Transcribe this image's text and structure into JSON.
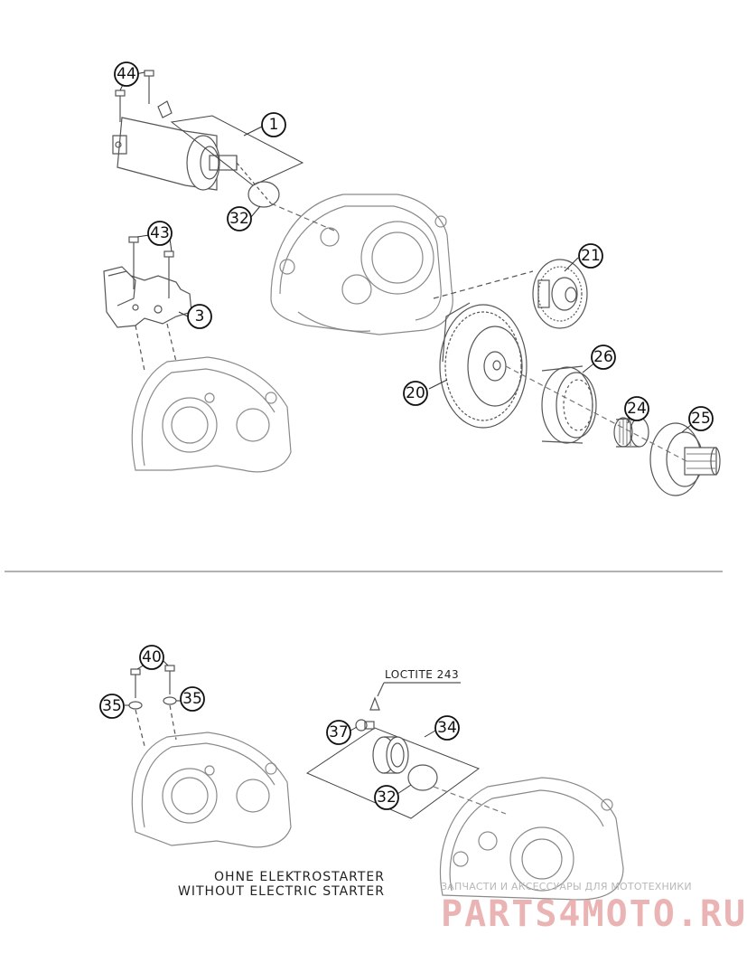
{
  "callouts": {
    "c1": "1",
    "c3": "3",
    "c20": "20",
    "c21": "21",
    "c24": "24",
    "c25": "25",
    "c26": "26",
    "c32a": "32",
    "c32b": "32",
    "c34": "34",
    "c35a": "35",
    "c35b": "35",
    "c37": "37",
    "c40": "40",
    "c43": "43",
    "c44": "44"
  },
  "loctite": "LOCTITE 243",
  "caption": {
    "line1": "OHNE ELEKTROSTARTER",
    "line2": "WITHOUT ELECTRIC STARTER"
  },
  "watermark": {
    "small": "ЗАПЧАСТИ И АКСЕССУАРЫ ДЛЯ МОТОТЕХНИКИ",
    "big": "PARTS4MOTO.RU"
  }
}
